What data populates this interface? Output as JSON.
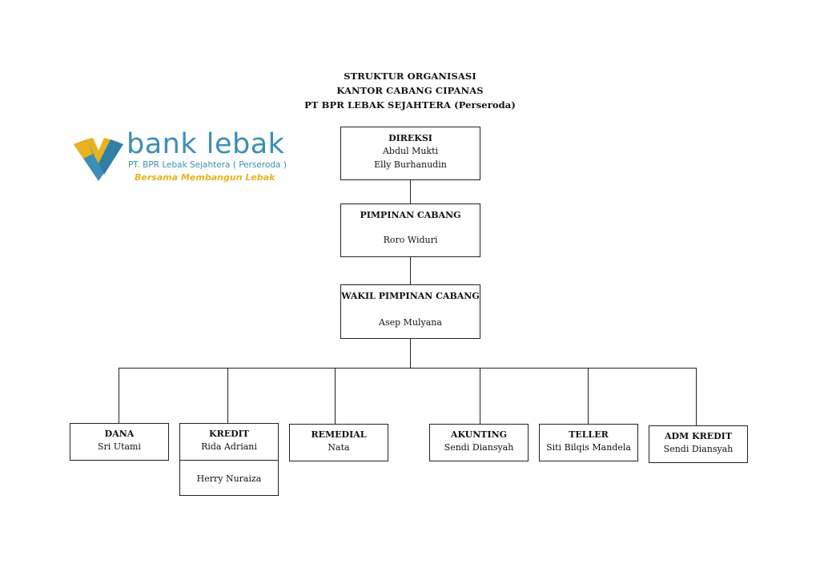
{
  "title": {
    "line1": "STRUKTUR ORGANISASI",
    "line2": "KANTOR CABANG CIPANAS",
    "line3": "PT BPR LEBAK SEJAHTERA (Perseroda)"
  },
  "logo": {
    "main_text": "bank lebak",
    "sub_text": "PT. BPR Lebak Sejahtera ( Perseroda )",
    "tagline": "Bersama Membangun Lebak",
    "colors": {
      "blue": "#3b8fb5",
      "yellow": "#e8b21e"
    }
  },
  "org": {
    "direksi": {
      "role": "DIREKSI",
      "names": [
        "Abdul Mukti",
        "Elly Burhanudin"
      ]
    },
    "pimpinan": {
      "role": "PIMPINAN CABANG",
      "name": "Roro Widuri"
    },
    "wakil": {
      "role": "WAKIL PIMPINAN CABANG",
      "name": "Asep Mulyana"
    },
    "units": [
      {
        "role": "DANA",
        "name": "Sri Utami"
      },
      {
        "role": "KREDIT",
        "name": "Rida Adriani",
        "extra": "Herry Nuraiza"
      },
      {
        "role": "REMEDIAL",
        "name": "Nata"
      },
      {
        "role": "AKUNTING",
        "name": "Sendi Diansyah"
      },
      {
        "role": "TELLER",
        "name": "Siti Bilqis Mandela"
      },
      {
        "role": "ADM KREDIT",
        "name": "Sendi Diansyah"
      }
    ]
  }
}
